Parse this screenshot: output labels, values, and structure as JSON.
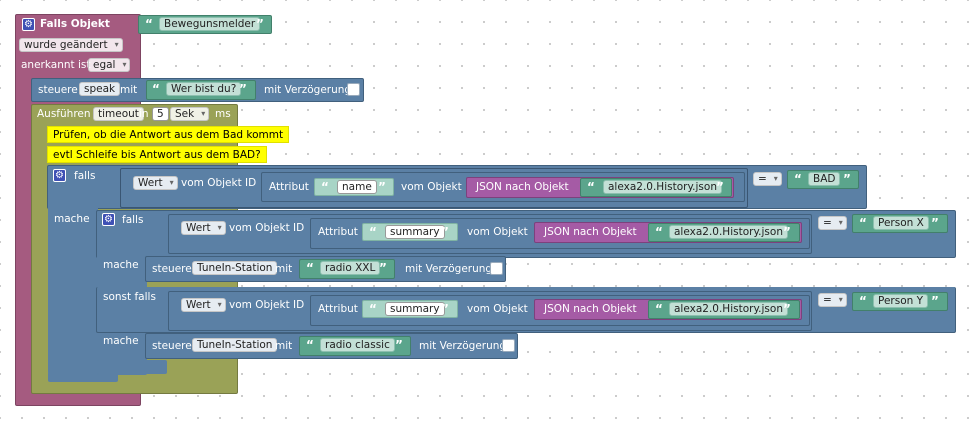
{
  "event": {
    "title": "Falls Objekt",
    "object_name": "Bewegunsmelder",
    "changed_label": "wurde geändert",
    "ack_label": "anerkannt ist",
    "ack_value": "egal"
  },
  "steuere_speak": {
    "label": "steuere",
    "target": "speak",
    "mit": "mit",
    "value": "Wer bist du?",
    "delay_label": "mit Verzögerung"
  },
  "timeout": {
    "label": "Ausführen",
    "var": "timeout",
    "in": "in",
    "amount": "5",
    "unit": "Sek",
    "ms": "ms"
  },
  "comments": [
    "Prüfen, ob die Antwort aus dem Bad kommt",
    "evtl Schleife bis Antwort aus dem BAD?"
  ],
  "outer_if": {
    "falls": "falls",
    "mache": "mache",
    "wert": "Wert",
    "vom_objekt_id": "vom Objekt ID",
    "attribut": "Attribut",
    "attr_value": "name",
    "vom_objekt": "vom Objekt",
    "json": "JSON nach Objekt",
    "file": "alexa2.0.History.json",
    "op": "=",
    "compare": "BAD"
  },
  "inner_if": {
    "falls": "falls",
    "mache": "mache",
    "sonst_falls": "sonst falls",
    "wert": "Wert",
    "vom_objekt_id": "vom Objekt ID",
    "attribut": "Attribut",
    "attr_value": "summary",
    "vom_objekt": "vom Objekt",
    "json": "JSON nach Objekt",
    "file": "alexa2.0.History.json",
    "op": "=",
    "compare1": "Person X",
    "compare2": "Person Y"
  },
  "steuere_radio1": {
    "label": "steuere",
    "target": "TuneIn-Station",
    "mit": "mit",
    "value": "radio XXL",
    "delay_label": "mit Verzögerung"
  },
  "steuere_radio2": {
    "label": "steuere",
    "target": "TuneIn-Station",
    "mit": "mit",
    "value": "radio classic",
    "delay_label": "mit Verzögerung"
  },
  "icons": {
    "gear": "gear-icon",
    "caret": "▾",
    "open_quote": "“",
    "close_quote": "”"
  }
}
